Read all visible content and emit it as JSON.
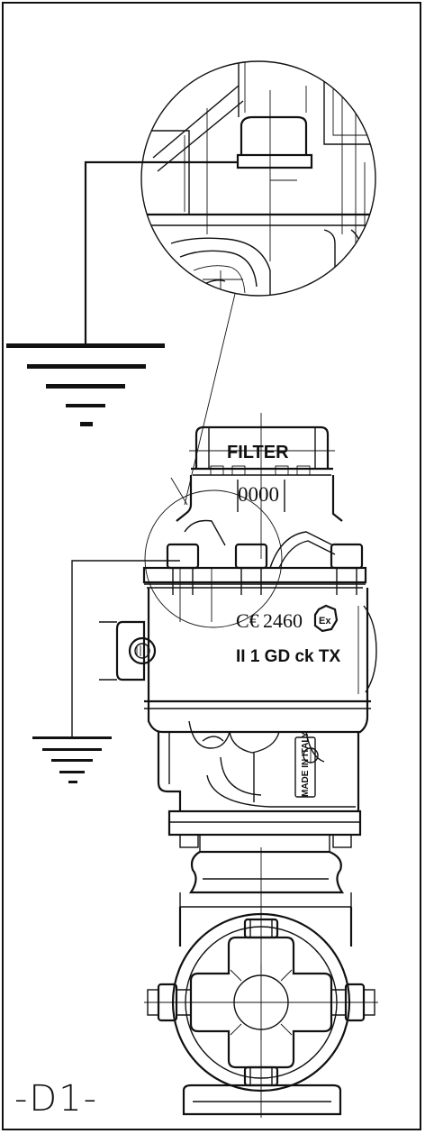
{
  "figure": {
    "label": "-D1-"
  },
  "device": {
    "filter_label": "FILTER",
    "serial_label": "0000",
    "ce_mark": "C€",
    "ce_number": "2460",
    "ex_symbol": "Ex",
    "certification": "II 1 GD ck TX",
    "made_in": "MADE IN ITALY"
  },
  "icons": {
    "ground_symbol": "ground-icon",
    "ex_mark": "ex-hexagon-icon"
  }
}
